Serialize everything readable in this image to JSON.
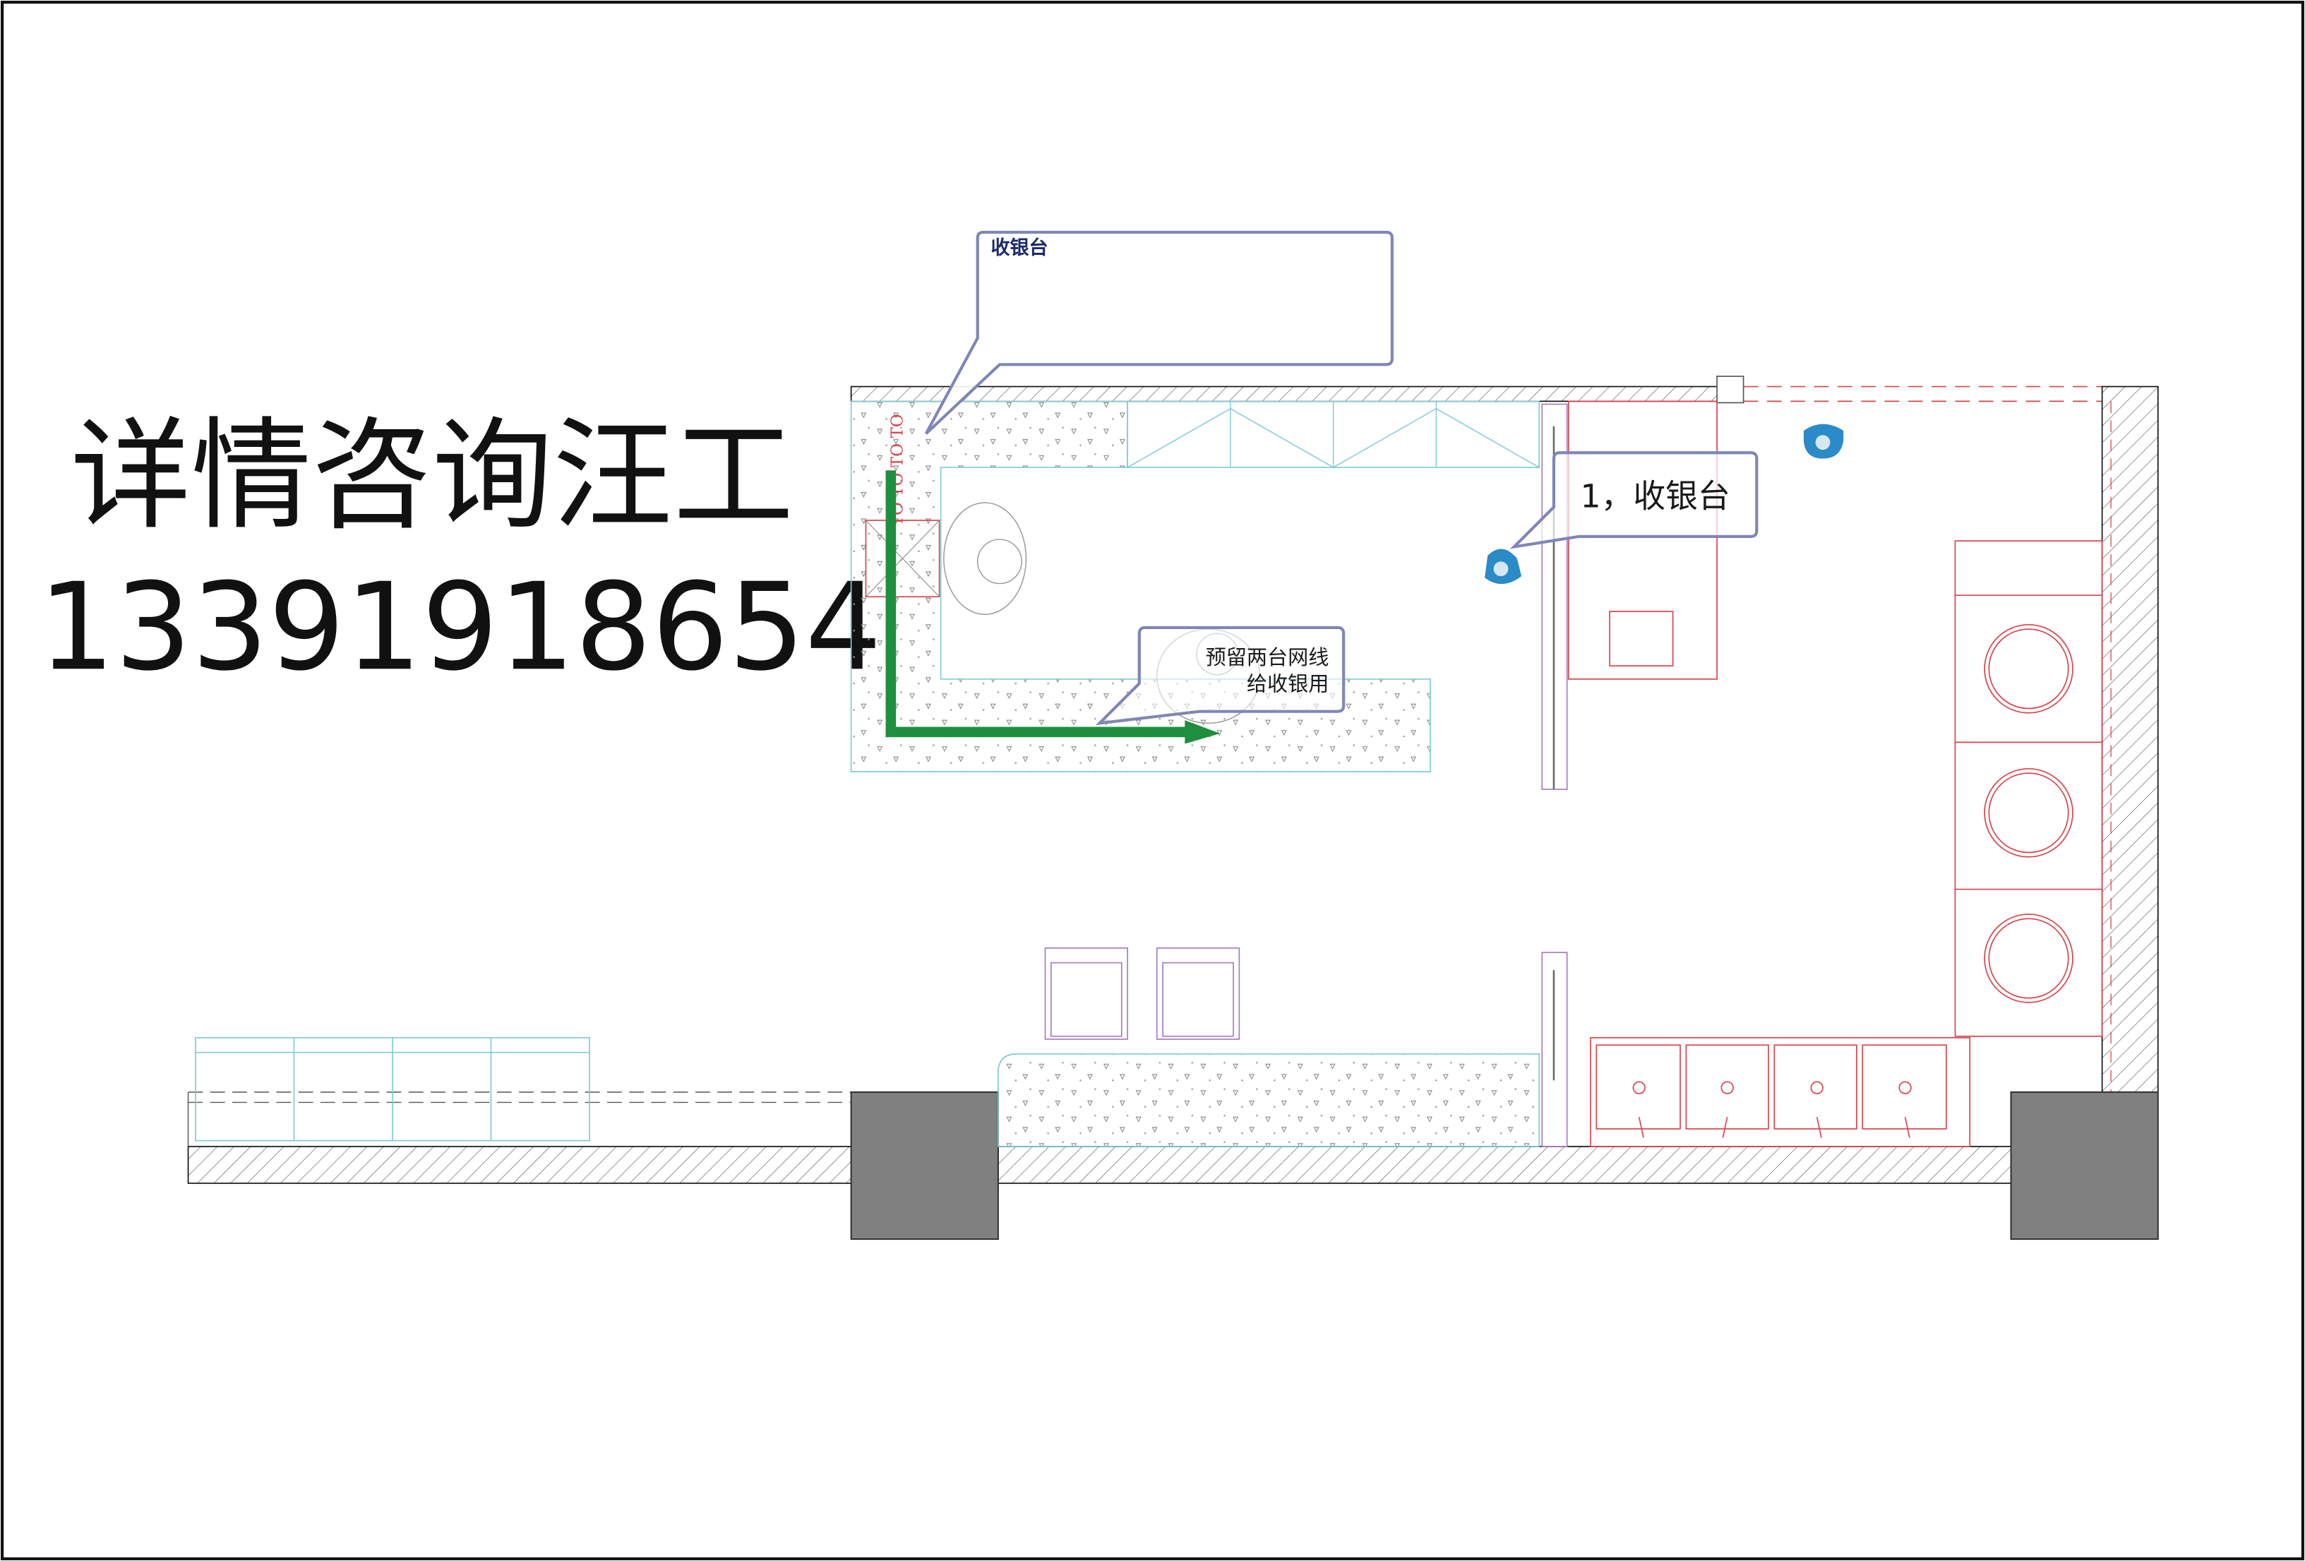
{
  "contact": {
    "line1": "详情咨询汪工",
    "line2": "13391918654"
  },
  "callouts": {
    "title_callout": "收银台",
    "network_line1": "预留两台网线",
    "network_line2": "给收银用",
    "cashier_label": "1，收银台"
  },
  "socket_labels": [
    "TO",
    "TO",
    "TO",
    "TO"
  ],
  "colors": {
    "arrow": "#1e8f3e",
    "callout_border": "#7f86b8",
    "title_text": "#1b2a6b",
    "camera": "#2b8ac8",
    "pillar": "#808080",
    "fixture_red": "#d9424a",
    "counter_cyan": "#7fcbd8",
    "furniture_purple": "#a77bbf"
  }
}
